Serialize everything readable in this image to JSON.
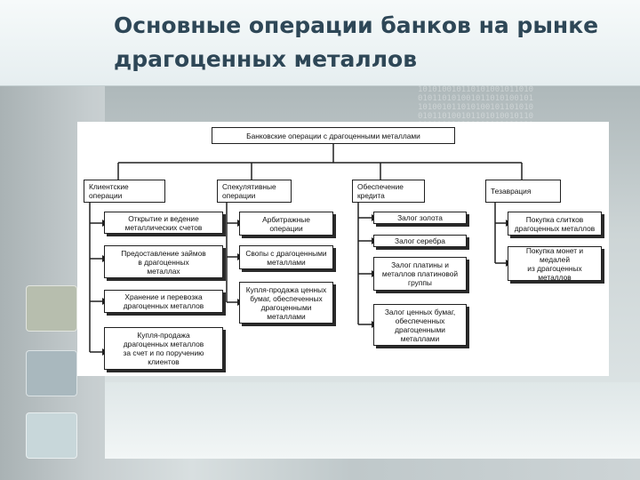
{
  "slide": {
    "title": "Основные операции банков на рынке драгоценных металлов"
  },
  "diagram": {
    "root": "Банковские операции с драгоценными металлами",
    "categories": [
      {
        "label": "Клиентские\nоперации",
        "items": [
          "Открытие и ведение\nметаллических счетов",
          "Предоставление займов\nв драгоценных\nметаллах",
          "Хранение и перевозка\nдрагоценных металлов",
          "Купля-продажа\nдрагоценных металлов\nза счет и по поручению\nклиентов"
        ]
      },
      {
        "label": "Спекулятивные\nоперации",
        "items": [
          "Арбитражные\nоперации",
          "Свопы с драгоценными\nметаллами",
          "Купля-продажа ценных\nбумаг, обеспеченных\nдрагоценными\nметаллами"
        ]
      },
      {
        "label": "Обеспечение\nкредита",
        "items": [
          "Залог золота",
          "Залог серебра",
          "Залог платины и\nметаллов платиновой\nгруппы",
          "Залог ценных бумаг,\nобеспеченных\nдрагоценными\nметаллами"
        ]
      },
      {
        "label": "Тезаврация",
        "items": [
          "Покупка слитков\nдрагоценных металлов",
          "Покупка монет и медалей\nиз драгоценных\nметаллов"
        ]
      }
    ]
  },
  "colors": {
    "title_text": "#2e4757",
    "diagram_line": "#202020"
  }
}
